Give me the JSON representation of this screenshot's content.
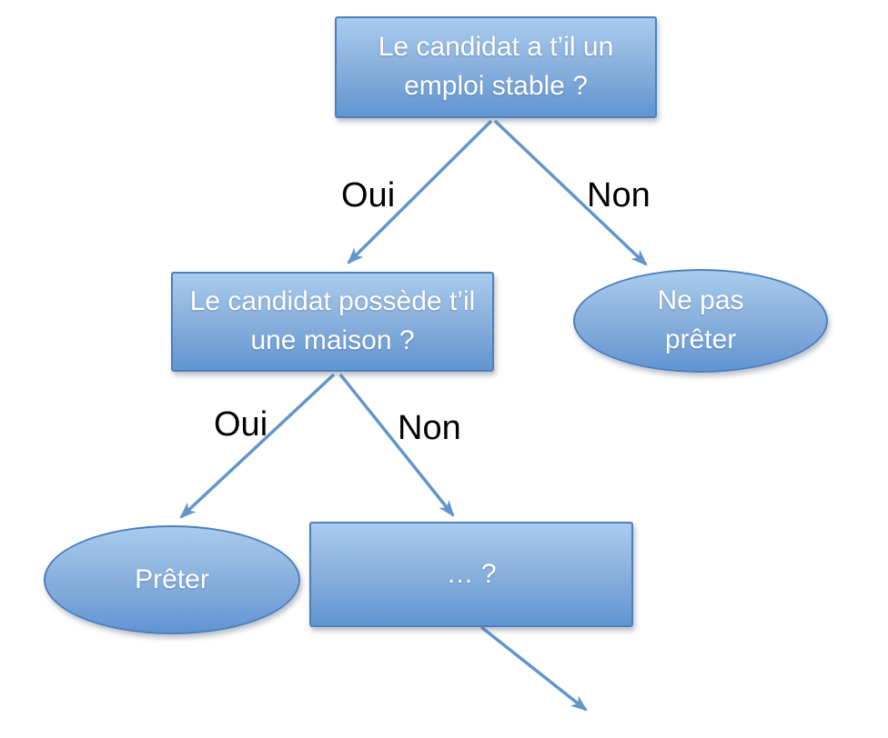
{
  "diagram": {
    "type": "decision-tree",
    "language": "fr",
    "nodes": {
      "q1": {
        "label": "Le candidat a t’il un emploi stable ?",
        "shape": "rectangle"
      },
      "q2": {
        "label": "Le candidat possède t’il une maison ?",
        "shape": "rectangle"
      },
      "no_lend": {
        "label": "Ne pas prêter",
        "shape": "ellipse"
      },
      "lend": {
        "label": "Prêter",
        "shape": "ellipse"
      },
      "next": {
        "label": "… ?",
        "shape": "rectangle"
      }
    },
    "edges": {
      "q1_q2": {
        "from": "q1",
        "to": "q2",
        "label": "Oui"
      },
      "q1_no_lend": {
        "from": "q1",
        "to": "no_lend",
        "label": "Non"
      },
      "q2_lend": {
        "from": "q2",
        "to": "lend",
        "label": "Oui"
      },
      "q2_next": {
        "from": "q2",
        "to": "next",
        "label": "Non"
      },
      "next_out": {
        "from": "next",
        "to": "",
        "label": ""
      }
    },
    "colors": {
      "node_fill_top": "#a9cbee",
      "node_fill_bottom": "#6295d2",
      "node_border": "#4d80bd",
      "node_text": "#ffffff",
      "edge_stroke": "#6295ca",
      "edge_label_text": "#000000",
      "background": "#ffffff"
    }
  }
}
